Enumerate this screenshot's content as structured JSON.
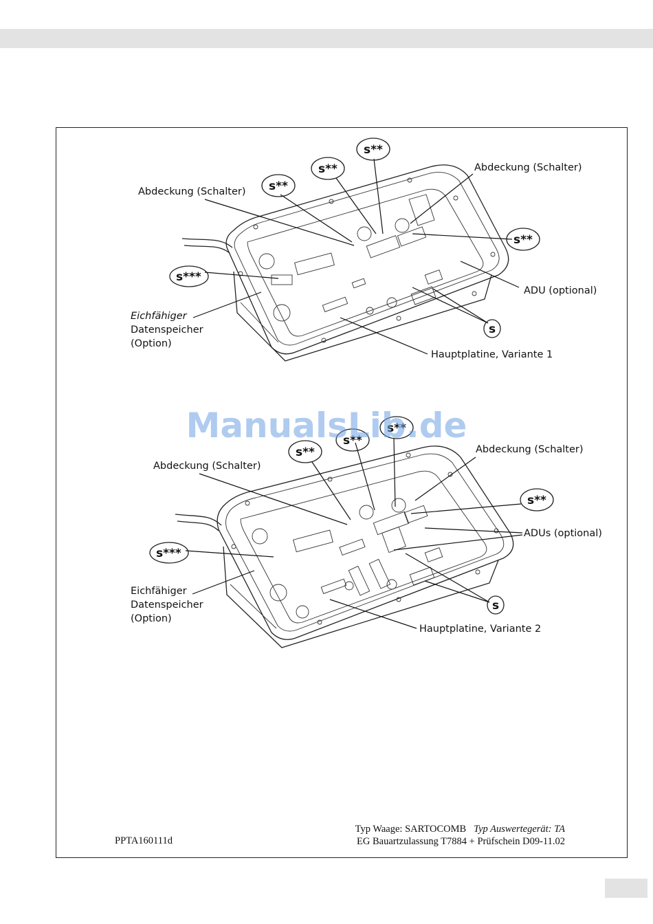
{
  "figure1": {
    "abdeckung_left": "Abdeckung (Schalter)",
    "abdeckung_right": "Abdeckung (Schalter)",
    "adu": "ADU (optional)",
    "eich_line1": "Eichfähiger",
    "eich_line2": "Datenspeicher",
    "eich_line3": "(Option)",
    "hauptplatine": "Hauptplatine, Variante 1",
    "seals": {
      "s3": "s***",
      "s2a": "s**",
      "s2b": "s**",
      "s2c": "s**",
      "s2d": "s**",
      "s": "s"
    }
  },
  "figure2": {
    "abdeckung_left": "Abdeckung (Schalter)",
    "abdeckung_right": "Abdeckung (Schalter)",
    "adus": "ADUs (optional)",
    "eich_line1": "Eichfähiger",
    "eich_line2": "Datenspeicher",
    "eich_line3": "(Option)",
    "hauptplatine": "Hauptplatine, Variante 2",
    "seals": {
      "s3": "s***",
      "s2a": "s**",
      "s2b": "s**",
      "s2c": "s**",
      "s2d": "s**",
      "s": "s"
    }
  },
  "watermark": "ManualsLib.de",
  "footer": {
    "doc_code": "PPTA160111d",
    "line1_prefix": "Typ Waage: SARTOCOMB",
    "line1_italic": "Typ Auswertegerät: TA",
    "line2": "EG Bauartzulassung T7884  +  Prüfschein D09-11.02"
  },
  "colors": {
    "header_bar": "#e3e3e3",
    "watermark": "#6ea0e1"
  }
}
